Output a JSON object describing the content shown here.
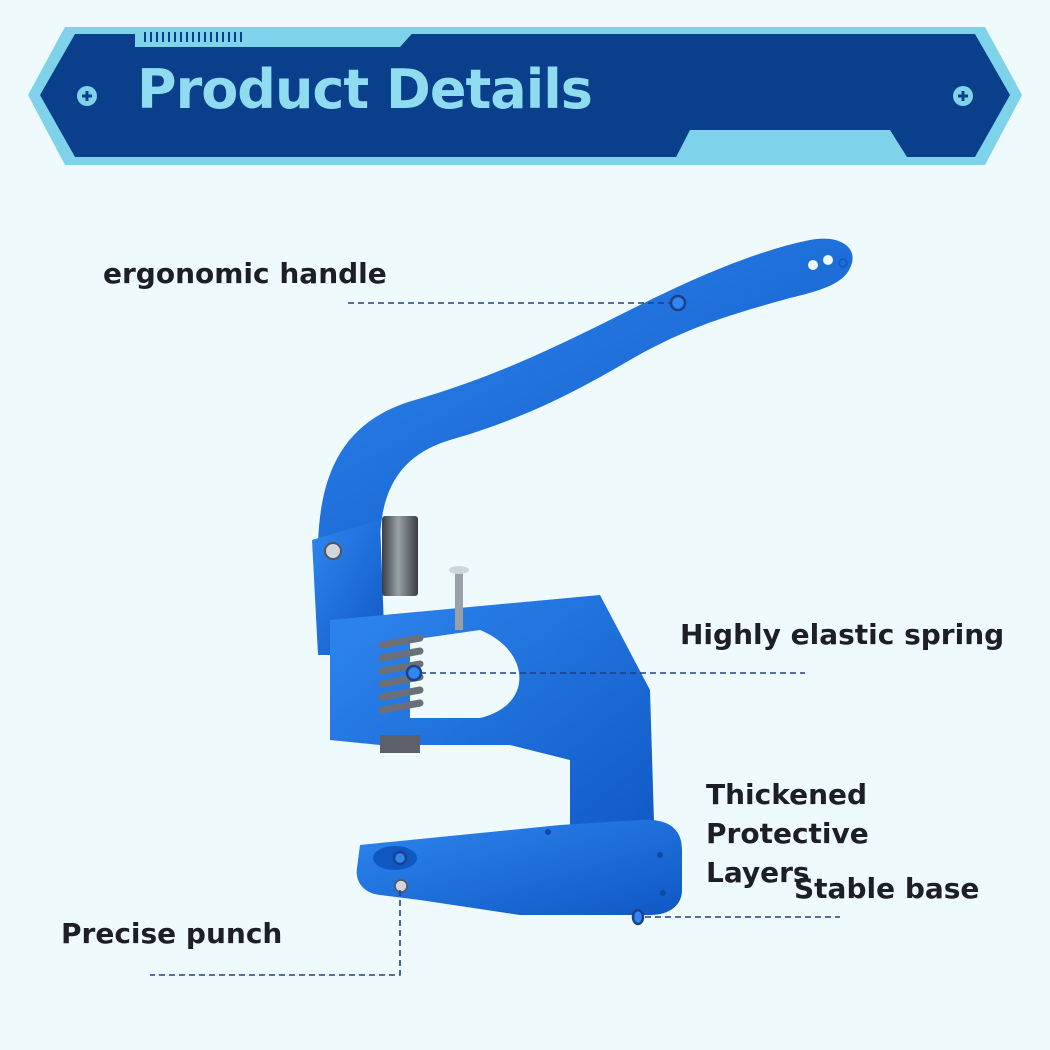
{
  "header": {
    "title": "Product Details"
  },
  "callouts": {
    "handle": "ergonomic handle",
    "spring": "Highly elastic spring",
    "layers": "Thickened\nProtective\nLayers",
    "base": "Stable base",
    "punch": "Precise punch"
  },
  "colors": {
    "background": "#eefafc",
    "banner_dark": "#0a3f8c",
    "banner_light": "#7ed3ea",
    "tool_blue": "#1a6fdf",
    "label_text": "#1e1e26",
    "leader_line": "#1f3f86"
  },
  "icons": [
    "plus-circle-icon",
    "plus-circle-icon"
  ]
}
